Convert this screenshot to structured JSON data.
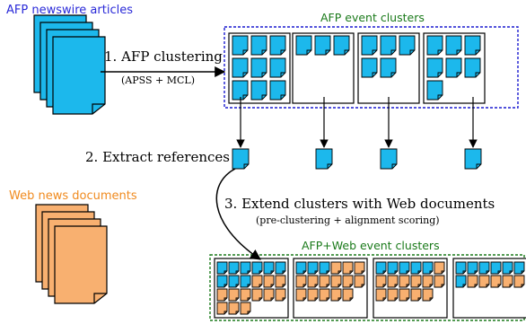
{
  "labels": {
    "afp_articles": "AFP newswire articles",
    "afp_clusters": "AFP event clusters",
    "step1": "1. AFP clustering",
    "step1_sub": "(APSS + MCL)",
    "step2": "2. Extract references",
    "web_docs": "Web news documents",
    "step3": "3. Extend clusters with Web documents",
    "step3_sub": "(pre-clustering + alignment scoring)",
    "combined_clusters": "AFP+Web event clusters"
  },
  "colors": {
    "afp_doc": "#1cb8ec",
    "web_doc": "#f8b070",
    "afp_label": "#2a2ad8",
    "cluster_label": "#1a7a1a",
    "web_label": "#f08a1e",
    "afp_group_border": "#1a1ad0",
    "combined_group_border": "#1a7a1a"
  },
  "afp_clusters": [
    {
      "afp_docs": 9
    },
    {
      "afp_docs": 3
    },
    {
      "afp_docs": 5
    },
    {
      "afp_docs": 7
    }
  ],
  "combined_clusters": [
    {
      "afp_docs": 9,
      "web_docs": 12
    },
    {
      "afp_docs": 3,
      "web_docs": 14
    },
    {
      "afp_docs": 5,
      "web_docs": 12
    },
    {
      "afp_docs": 7,
      "web_docs": 5
    }
  ]
}
